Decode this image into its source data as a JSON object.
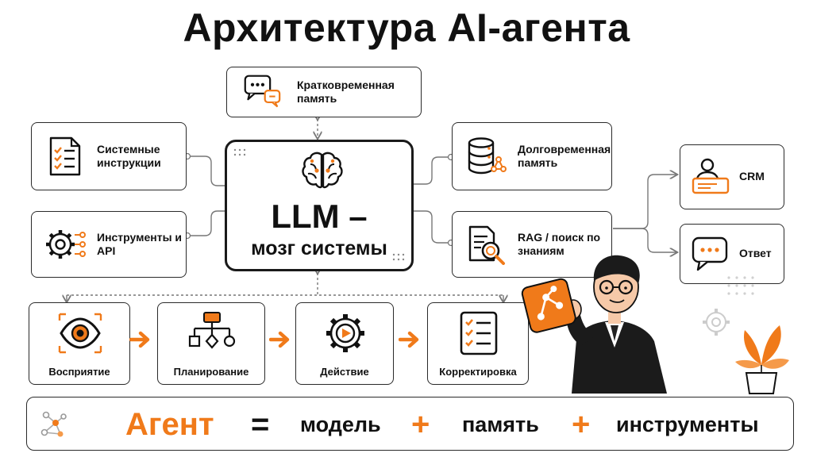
{
  "title": "Архитектура AI-агента",
  "center": {
    "line1": "LLM –",
    "line2": "мозг системы",
    "icon": "brain-icon"
  },
  "modules": {
    "short_memory": {
      "label": "Кратковременная память",
      "icon": "chat-bubbles-icon"
    },
    "system_instructions": {
      "label": "Системные инструкции",
      "icon": "checklist-document-icon"
    },
    "tools_api": {
      "label": "Инструменты и API",
      "icon": "gear-network-icon"
    },
    "long_memory": {
      "label": "Долговременная память",
      "icon": "database-icon"
    },
    "rag": {
      "label": "RAG / поиск по знаниям",
      "icon": "document-search-icon"
    },
    "crm": {
      "label": "CRM",
      "icon": "user-card-icon"
    },
    "answer": {
      "label": "Ответ",
      "icon": "chat-icon"
    }
  },
  "steps": [
    {
      "label": "Восприятие",
      "icon": "eye-icon"
    },
    {
      "label": "Планирование",
      "icon": "flowchart-icon"
    },
    {
      "label": "Действие",
      "icon": "gear-play-icon"
    },
    {
      "label": "Корректировка",
      "icon": "checklist-icon"
    }
  ],
  "formula": {
    "agent": "Агент",
    "eq": "=",
    "model": "модель",
    "plus": "+",
    "memory": "память",
    "tools": "инструменты"
  },
  "colors": {
    "accent": "#f07a1a",
    "ink": "#111111",
    "line": "#666666"
  }
}
